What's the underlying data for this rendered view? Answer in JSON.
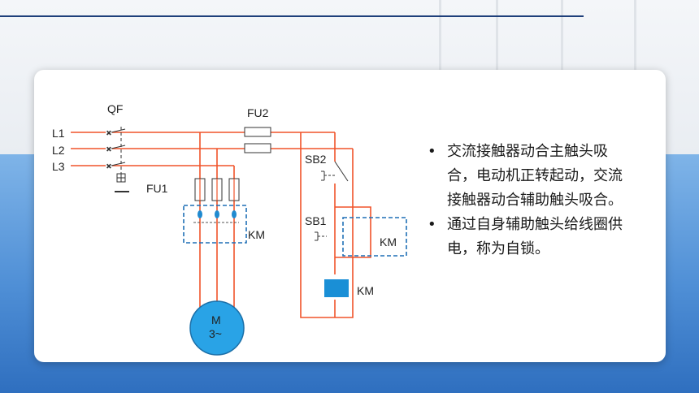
{
  "labels": {
    "qf": "QF",
    "l1": "L1",
    "l2": "L2",
    "l3": "L3",
    "fu1": "FU1",
    "fu2": "FU2",
    "km_main": "KM",
    "sb2": "SB2",
    "sb1": "SB1",
    "km_aux": "KM",
    "km_coil": "KM",
    "motor_m": "M",
    "motor_phase": "3~"
  },
  "bullets": [
    "交流接触器动合主触头吸合，电动机正转起动，交流接触器动合辅助触头吸合。",
    "通过自身辅助触头给线圈供电，称为自锁。"
  ],
  "colors": {
    "wire": "#f0532a",
    "dashed_box": "#1f6fb6",
    "coil": "#1a8fd6",
    "motor": "#29a3e6",
    "fuse_cap": "#1f8ad0"
  }
}
